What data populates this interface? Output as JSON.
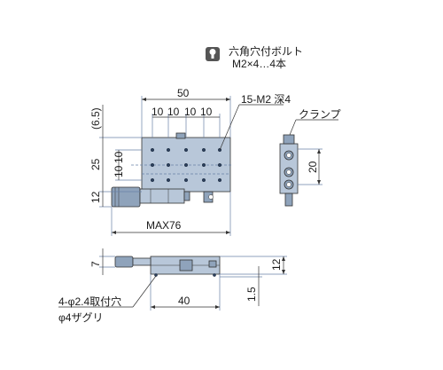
{
  "legend": {
    "icon": "hex-socket-bolt-icon",
    "line1": "六角穴付ボルト",
    "line2": "M2×4…4本"
  },
  "top_view": {
    "dim_width": "50",
    "dim_pitch": [
      "10",
      "10",
      "10",
      "10"
    ],
    "dim_top_offset": "(6.5)",
    "dim_height": "25",
    "dim_pitch_v": [
      "10",
      "10"
    ],
    "dim_bottom": "12",
    "dim_max": "MAX76",
    "note_holes": "15-M2 深4"
  },
  "side_view": {
    "note_clamp": "クランプ",
    "dim_height": "20"
  },
  "front_view": {
    "dim_left": "7",
    "dim_right": "12",
    "dim_bottom": "1.5",
    "dim_width": "40",
    "note_mount1": "4-φ2.4取付穴",
    "note_mount2": "φ4ザグリ"
  },
  "colors": {
    "body": "#b8c7d9",
    "body_dark": "#8fa3bb",
    "hole": "#2b3f5c",
    "line": "#333333"
  }
}
